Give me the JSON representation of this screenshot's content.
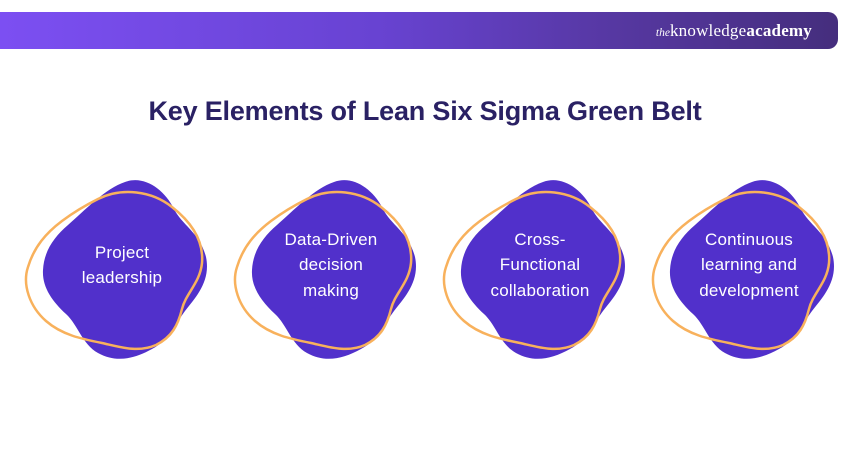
{
  "header": {
    "logo_the": "the",
    "logo_knowledge": "knowledge",
    "logo_academy": "academy",
    "bar_gradient_left": "#7C4FF2",
    "bar_gradient_right": "#452E7D"
  },
  "title": "Key Elements of Lean Six Sigma Green Belt",
  "colors": {
    "title_text": "#2A2164",
    "blob_fill": "#5130CB",
    "blob_outline": "#F8B15C",
    "blob_text": "#FFFFFF"
  },
  "items": [
    {
      "label": "Project\nleadership"
    },
    {
      "label": "Data-Driven\ndecision\nmaking"
    },
    {
      "label": "Cross-\nFunctional\ncollaboration"
    },
    {
      "label": "Continuous\nlearning and\ndevelopment"
    }
  ]
}
